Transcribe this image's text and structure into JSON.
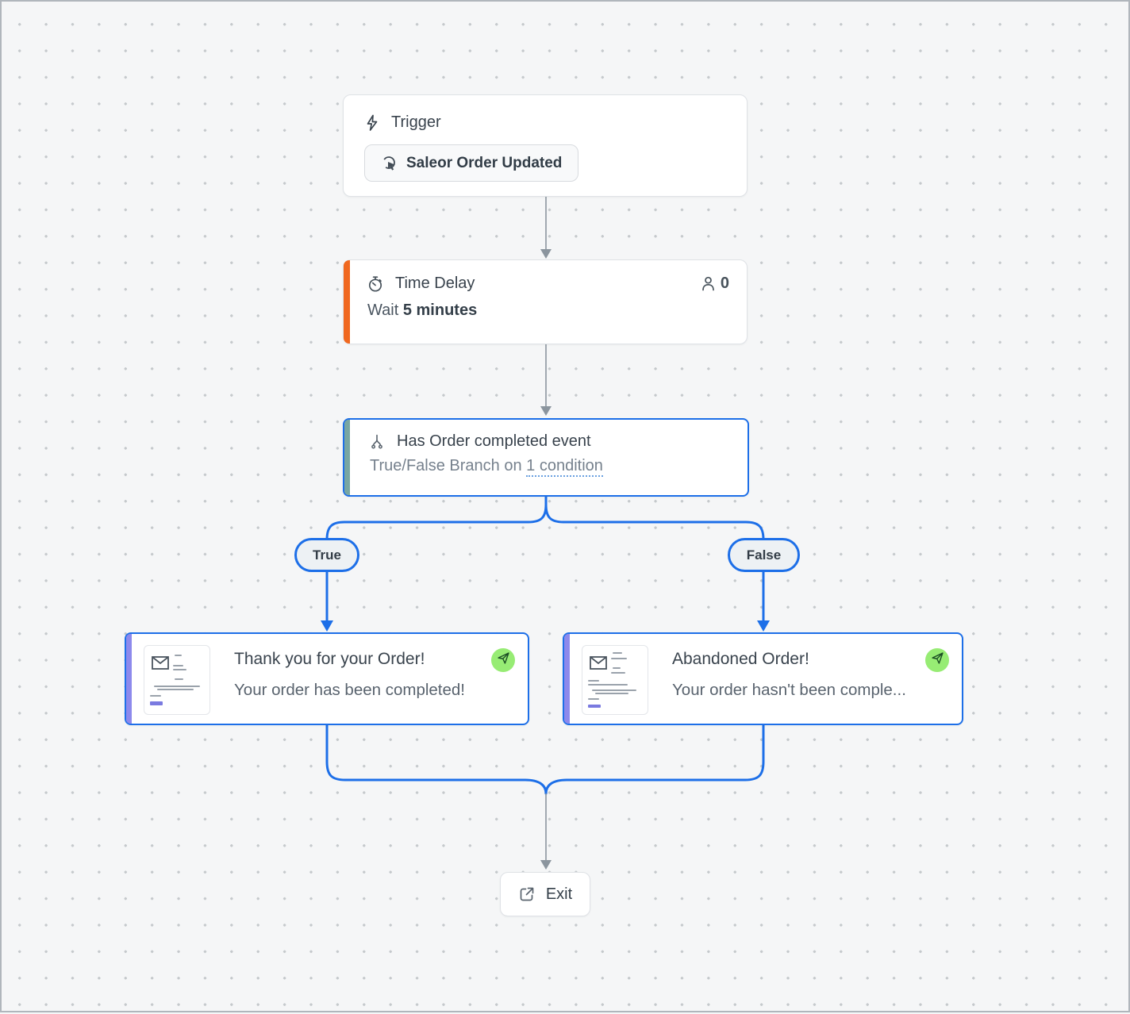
{
  "colors": {
    "bg": "#f5f6f7",
    "dot": "#c5c9cc",
    "blue": "#1d6fe8",
    "gray_line": "#8b959e",
    "orange": "#f0681f",
    "teal": "#78a6a2",
    "purple": "#8d89ec",
    "green_badge": "#97ec74"
  },
  "nodes": {
    "trigger": {
      "title": "Trigger",
      "icon": "bolt-icon",
      "button_label": "Saleor Order Updated",
      "button_icon": "click-target-icon"
    },
    "time_delay": {
      "title": "Time Delay",
      "icon": "stopwatch-icon",
      "user_count": "0",
      "body_prefix": "Wait ",
      "body_bold": "5 minutes"
    },
    "condition": {
      "title": "Has Order completed event",
      "icon": "branch-fork-icon",
      "subtitle_prefix": "True/False Branch on ",
      "subtitle_link": "1 condition"
    },
    "branch_true": {
      "label": "True"
    },
    "branch_false": {
      "label": "False"
    },
    "email_true": {
      "title": "Thank you for your Order!",
      "subtitle": "Your order has been completed!",
      "badge_icon": "send-icon"
    },
    "email_false": {
      "title": "Abandoned Order!",
      "subtitle": "Your order hasn't been comple...",
      "badge_icon": "send-icon"
    },
    "exit": {
      "label": "Exit",
      "icon": "external-link-icon"
    }
  }
}
